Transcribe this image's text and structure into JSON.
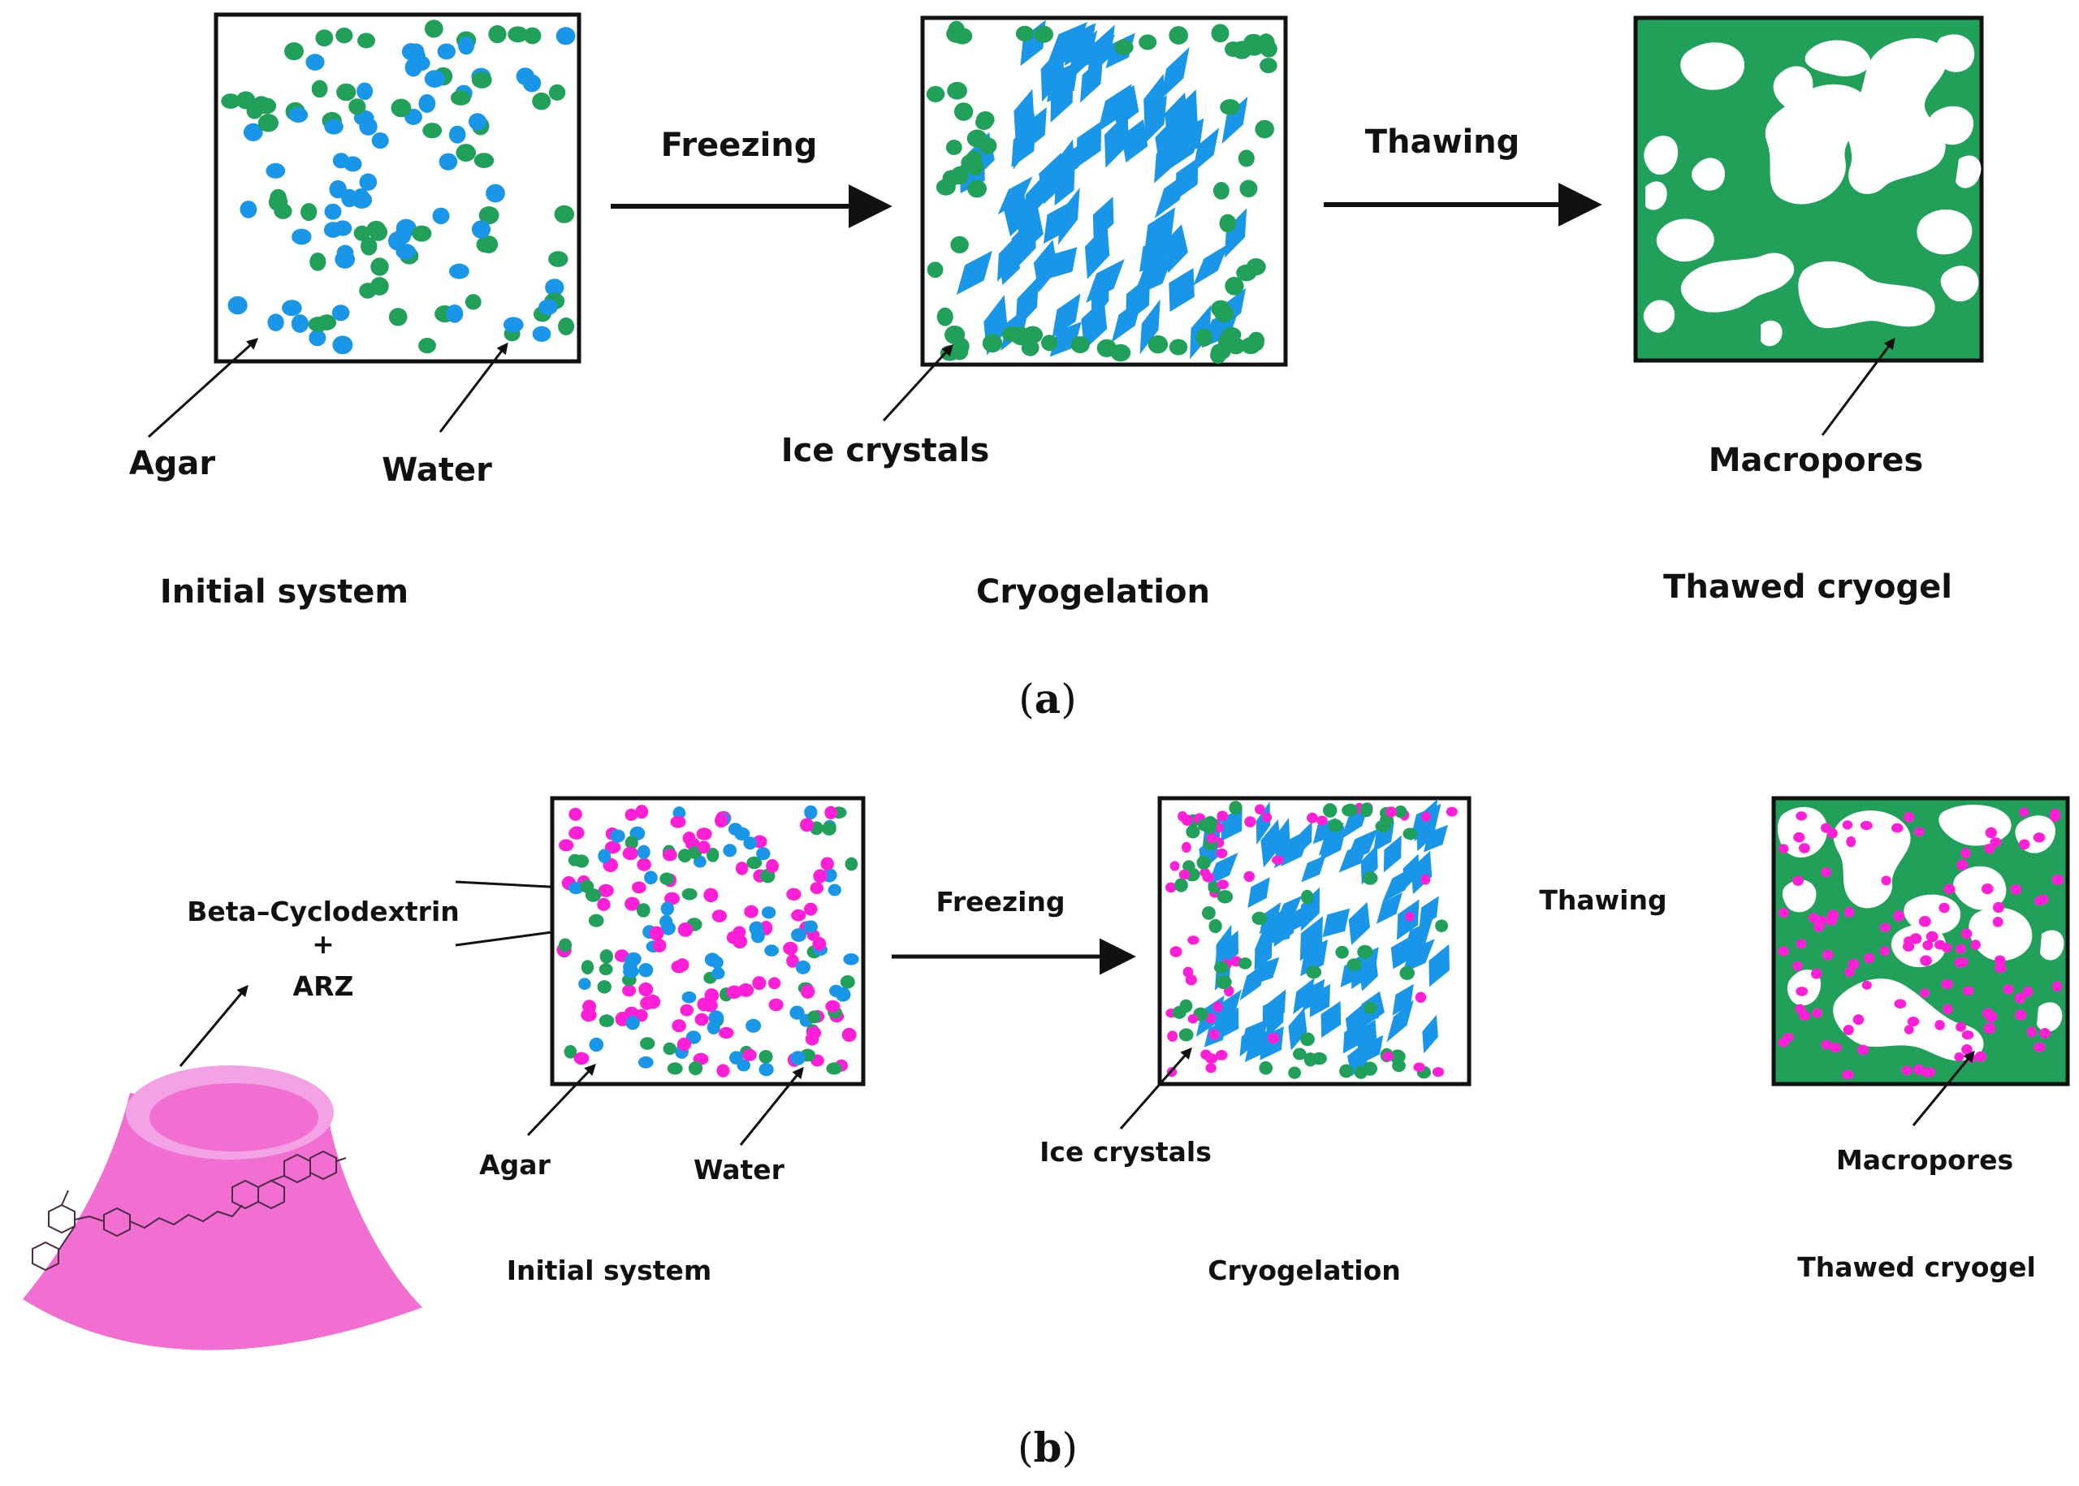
{
  "colors": {
    "agar": "#21a05a",
    "water": "#1996e8",
    "beta_cyclodextrin_arz": "#ff1fd6",
    "gel": "#21a05a",
    "pore": "#ffffff",
    "frame": "#111111",
    "cone": "#f06fd0",
    "cone_rim": "#f3a2e6"
  },
  "icons": {
    "beta_cyclodextrin_cone": "truncated-cone-with-molecule"
  },
  "panel_a": {
    "tag_open": "(",
    "tag_letter": "a",
    "tag_close": ")",
    "arrow1_label": "Freezing",
    "arrow2_label": "Thawing",
    "box1_caption": "Initial system",
    "box2_caption": "Cryogelation",
    "box3_caption": "Thawed cryogel",
    "agar_label": "Agar",
    "water_label": "Water",
    "ice_label": "Ice crystals",
    "pores_label": "Macropores"
  },
  "panel_b": {
    "tag_open": "(",
    "tag_letter": "b",
    "tag_close": ")",
    "bcd_line1": "Beta–Cyclodextrin",
    "bcd_line2": "+",
    "bcd_line3": "ARZ",
    "arrow1_label": "Freezing",
    "arrow2_label": "Thawing",
    "box1_caption": "Initial system",
    "box2_caption": "Cryogelation",
    "box3_caption": "Thawed cryogel",
    "agar_label": "Agar",
    "water_label": "Water",
    "ice_label": "Ice crystals",
    "pores_label": "Macropores"
  }
}
